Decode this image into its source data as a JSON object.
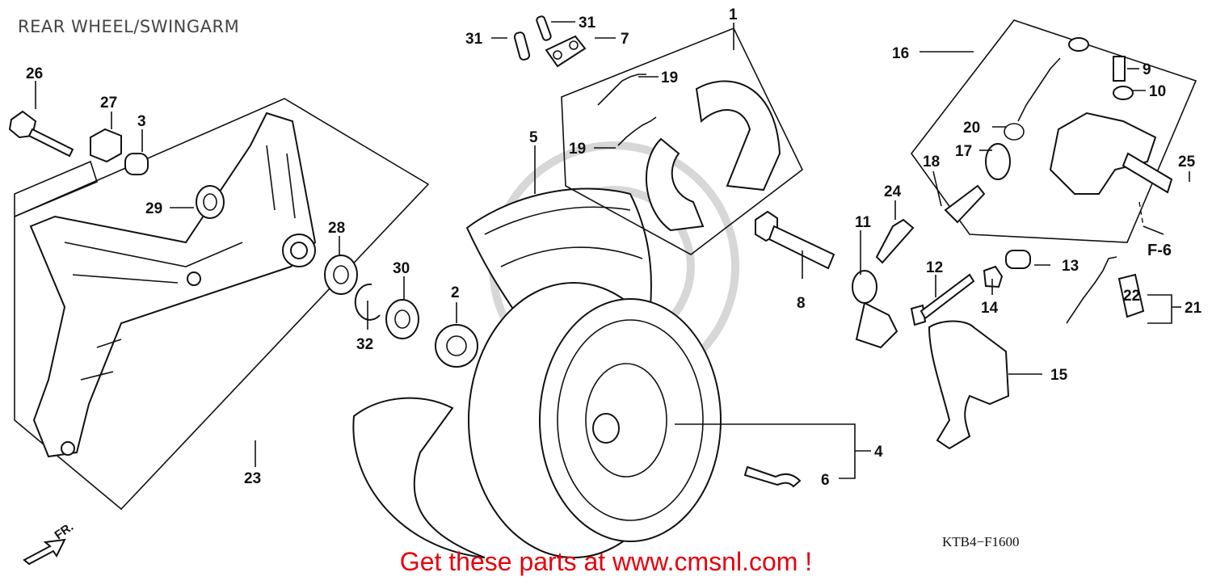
{
  "title": "REAR WHEEL/SWINGARM",
  "diagram_code": "KTB4−F1600",
  "direction_marker": "FR.",
  "reference": "F-6",
  "promo": "Get these parts at www.cmsnl.com !",
  "callouts": {
    "c1": "1",
    "c2": "2",
    "c3": "3",
    "c4": "4",
    "c5": "5",
    "c6": "6",
    "c7": "7",
    "c8": "8",
    "c9": "9",
    "c10": "10",
    "c11": "11",
    "c12": "12",
    "c13": "13",
    "c14": "14",
    "c15": "15",
    "c16": "16",
    "c17": "17",
    "c18": "18",
    "c19a": "19",
    "c19b": "19",
    "c20": "20",
    "c21": "21",
    "c22": "22",
    "c23": "23",
    "c24": "24",
    "c25": "25",
    "c26": "26",
    "c27": "27",
    "c28": "28",
    "c29": "29",
    "c30": "30",
    "c31a": "31",
    "c31b": "31",
    "c32": "32"
  },
  "colors": {
    "promo": "#e8000d",
    "line": "#111111",
    "watermark": "#d7d7d7"
  }
}
